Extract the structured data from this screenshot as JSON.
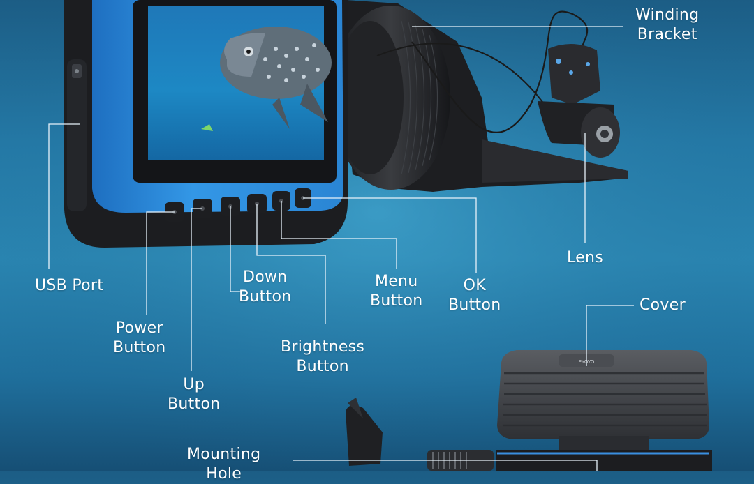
{
  "labels": {
    "winding_bracket": [
      "Winding",
      "Bracket"
    ],
    "usb_port": [
      "USB Port"
    ],
    "lens": [
      "Lens"
    ],
    "down_button": [
      "Down",
      "Button"
    ],
    "menu_button": [
      "Menu",
      "Button"
    ],
    "ok_button": [
      "OK",
      "Button"
    ],
    "cover": [
      "Cover"
    ],
    "power_button": [
      "Power",
      "Button"
    ],
    "brightness_button": [
      "Brightness",
      "Button"
    ],
    "up_button": [
      "Up",
      "Button"
    ],
    "mounting_hole": [
      "Mounting",
      "Hole"
    ]
  },
  "cover_brand": "EYOYO",
  "colors": {
    "monitor_blue": "#2f8fe0",
    "label_text": "#ffffff",
    "leader_line": "#e8f2fa"
  }
}
